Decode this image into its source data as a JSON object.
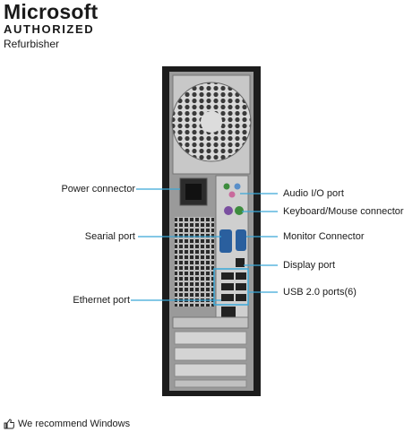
{
  "brand": {
    "name": "Microsoft",
    "authorized": "AUTHORIZED",
    "tagline": "Refurbisher"
  },
  "labels": {
    "power": "Power connector",
    "serial": "Searial port",
    "ethernet": "Ethernet port",
    "audio": "Audio I/O port",
    "keyboard": "Keyboard/Mouse connector",
    "monitor": "Monitor Connector",
    "display": "Display port",
    "usb": "USB 2.0 ports(6)"
  },
  "footer": {
    "text": "We recommend Windows",
    "icon": "thumbs-up-icon"
  },
  "colors": {
    "callout": "#3aa8d8",
    "case": "#1c1c1c",
    "panel": "#cfcfcf"
  }
}
